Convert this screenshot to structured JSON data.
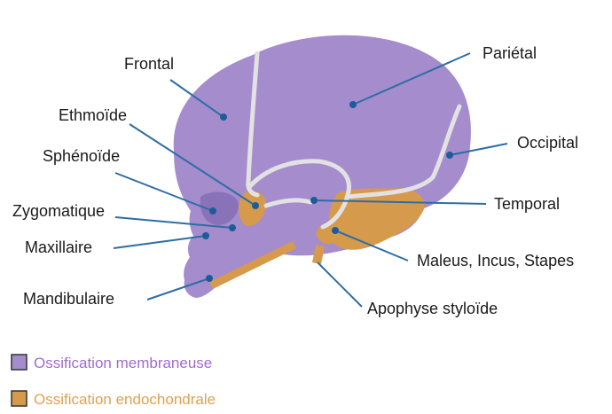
{
  "colors": {
    "membrane": "#a48ccd",
    "membrane_dark": "#8a72b8",
    "endochondral": "#d69a4c",
    "suture": "#e2e2e2",
    "leader": "#2e6da4",
    "legend_membrane_text": "#a06ccf",
    "legend_endo_text": "#e0a050"
  },
  "labels": {
    "frontal": "Frontal",
    "parietal": "Pariétal",
    "ethmoide": "Ethmoïde",
    "sphenoide": "Sphénoïde",
    "occipital": "Occipital",
    "zygomatique": "Zygomatique",
    "temporal": "Temporal",
    "maxillaire": "Maxillaire",
    "ossicles": "Maleus, Incus, Stapes",
    "mandibulaire": "Mandibulaire",
    "styloide": "Apophyse styloïde"
  },
  "legend": [
    {
      "label": "Ossification membraneuse",
      "icon": "square-swatch-icon"
    },
    {
      "label": "Ossification endochondrale",
      "icon": "square-swatch-icon"
    }
  ]
}
